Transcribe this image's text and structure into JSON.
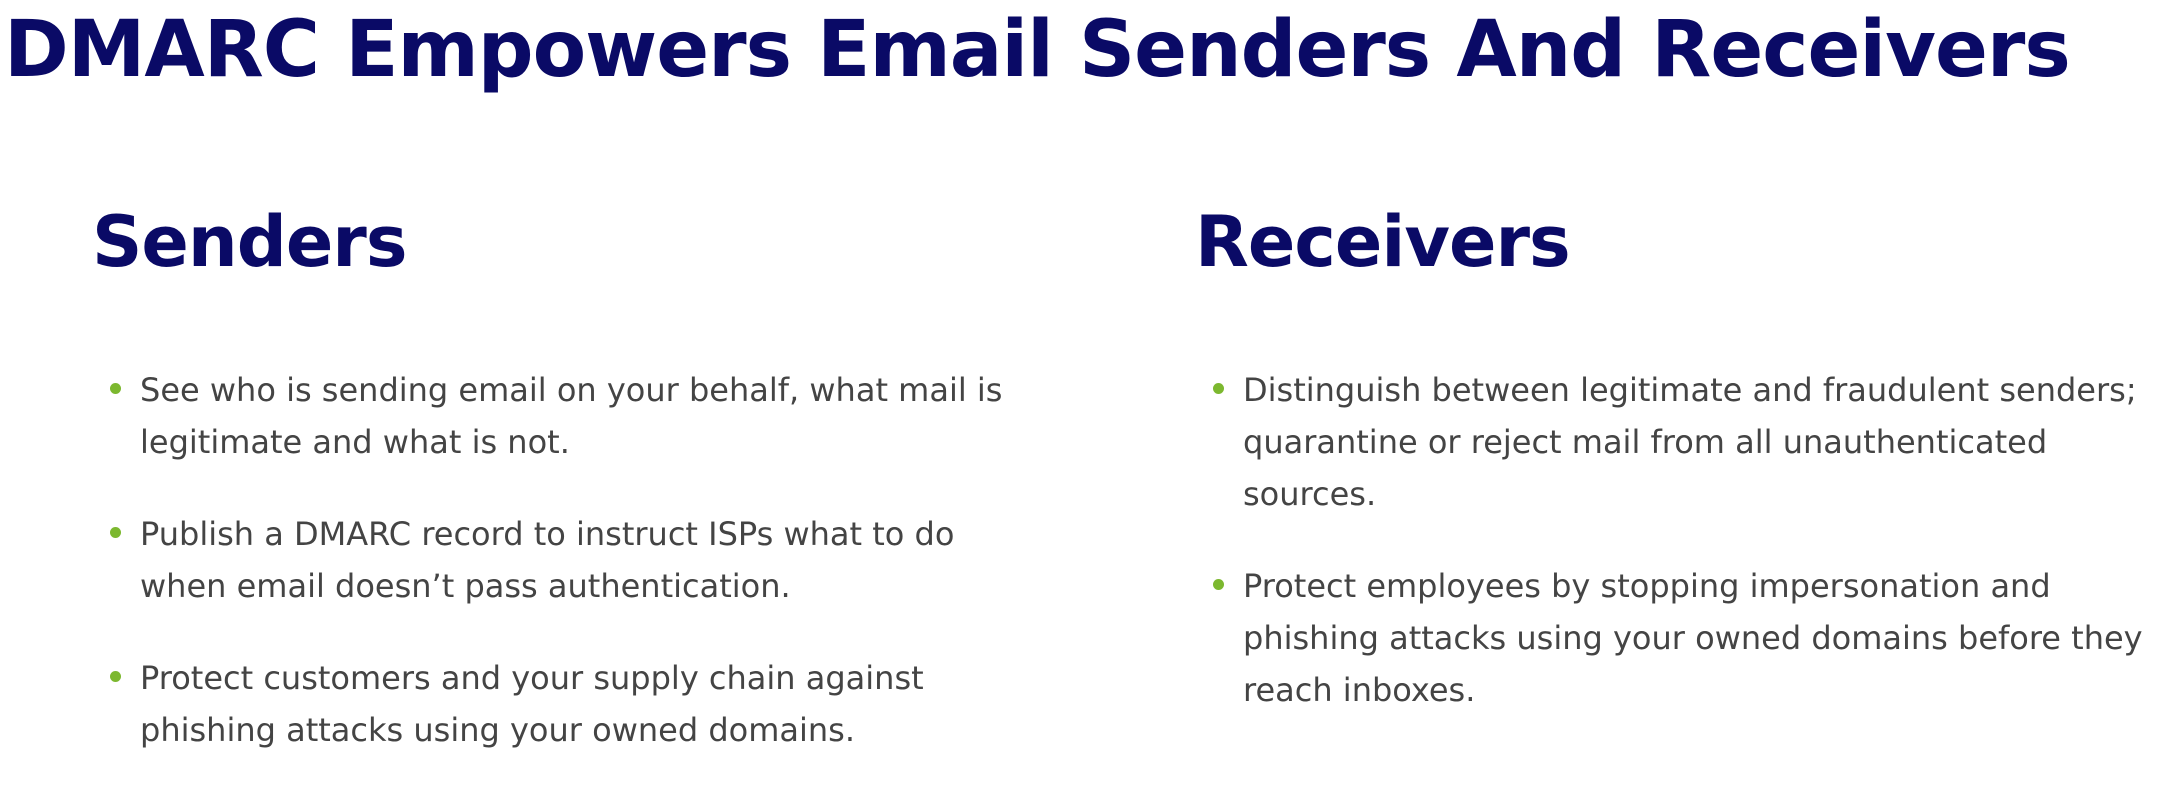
{
  "page": {
    "title": "DMARC Empowers Email Senders And Receivers"
  },
  "colors": {
    "heading": "#0a0a66",
    "body_text": "#444444",
    "bullet": "#7cb82f"
  },
  "senders": {
    "heading": "Senders",
    "items": [
      "See who is sending email on your behalf, what mail is legitimate and what is not.",
      "Publish a DMARC record to instruct ISPs what to do when email doesn’t pass authentication.",
      "Protect customers and your supply chain against phishing attacks using your owned domains."
    ]
  },
  "receivers": {
    "heading": "Receivers",
    "items": [
      "Distinguish between legitimate and fraudulent senders; quarantine or reject mail from all unauthenticated sources.",
      "Protect employees by stopping impersonation and phishing attacks using your owned domains before they reach inboxes."
    ]
  }
}
